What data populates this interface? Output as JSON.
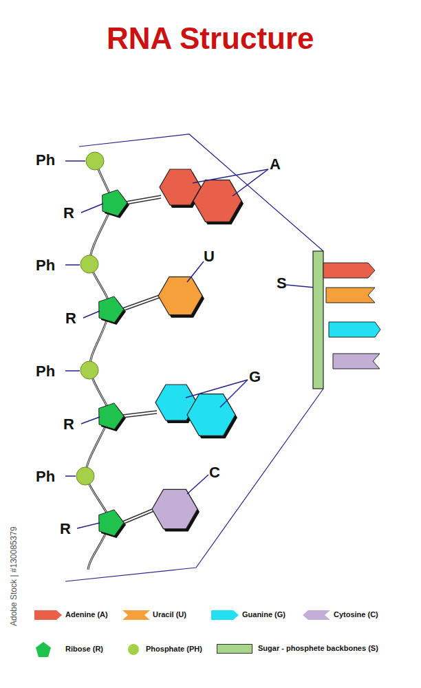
{
  "diagram": {
    "title": "RNA Structure",
    "labels": [
      "Ph",
      "R",
      "Ph",
      "R",
      "Ph",
      "R",
      "Ph",
      "R",
      "A",
      "U",
      "G",
      "C",
      "S",
      "Adobe Stock | #130085379"
    ],
    "legend": [
      {
        "text": "Adenine (A)",
        "color": "#e8604a"
      },
      {
        "text": "Uracil (U)",
        "color": "#f5a03a"
      },
      {
        "text": "Guanine (G)",
        "color": "#22e0f0"
      },
      {
        "text": "Cytosine (C)",
        "color": "#c3aed6"
      },
      {
        "text": "Ribose (R)",
        "color": "#1fc24a"
      },
      {
        "text": "Phosphate (PH)",
        "color": "#a6cf4a"
      },
      {
        "text": "Sugar - phosphete backbones (S)",
        "color": "#a8d48c"
      }
    ]
  }
}
